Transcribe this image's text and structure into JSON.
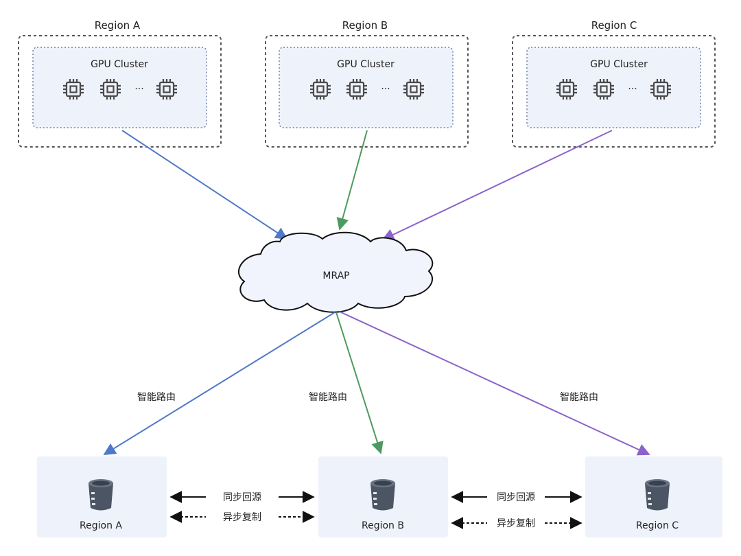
{
  "regions_top": [
    {
      "title": "Region A",
      "cluster_label": "GPU Cluster",
      "ellipsis": "···"
    },
    {
      "title": "Region B",
      "cluster_label": "GPU Cluster",
      "ellipsis": "···"
    },
    {
      "title": "Region C",
      "cluster_label": "GPU Cluster",
      "ellipsis": "···"
    }
  ],
  "hub": {
    "label": "MRAP"
  },
  "routes": [
    {
      "label": "智能路由"
    },
    {
      "label": "智能路由"
    },
    {
      "label": "智能路由"
    }
  ],
  "regions_bottom": [
    {
      "label": "Region A"
    },
    {
      "label": "Region B"
    },
    {
      "label": "Region C"
    }
  ],
  "links": [
    {
      "sync_label": "同步回源",
      "async_label": "异步复制"
    },
    {
      "sync_label": "同步回源",
      "async_label": "异步复制"
    }
  ],
  "colors": {
    "region_a": "#4f79c8",
    "region_b": "#4c9a5f",
    "region_c": "#8a63cc",
    "panel_fill": "#eef2fb",
    "cloud_fill": "#f1f4fc",
    "icon": "#4a4a4a",
    "bucket": "#4b5563"
  },
  "icons": {
    "gpu": "cpu-chip-icon",
    "bucket": "storage-bucket-icon",
    "hub": "cloud-icon"
  }
}
